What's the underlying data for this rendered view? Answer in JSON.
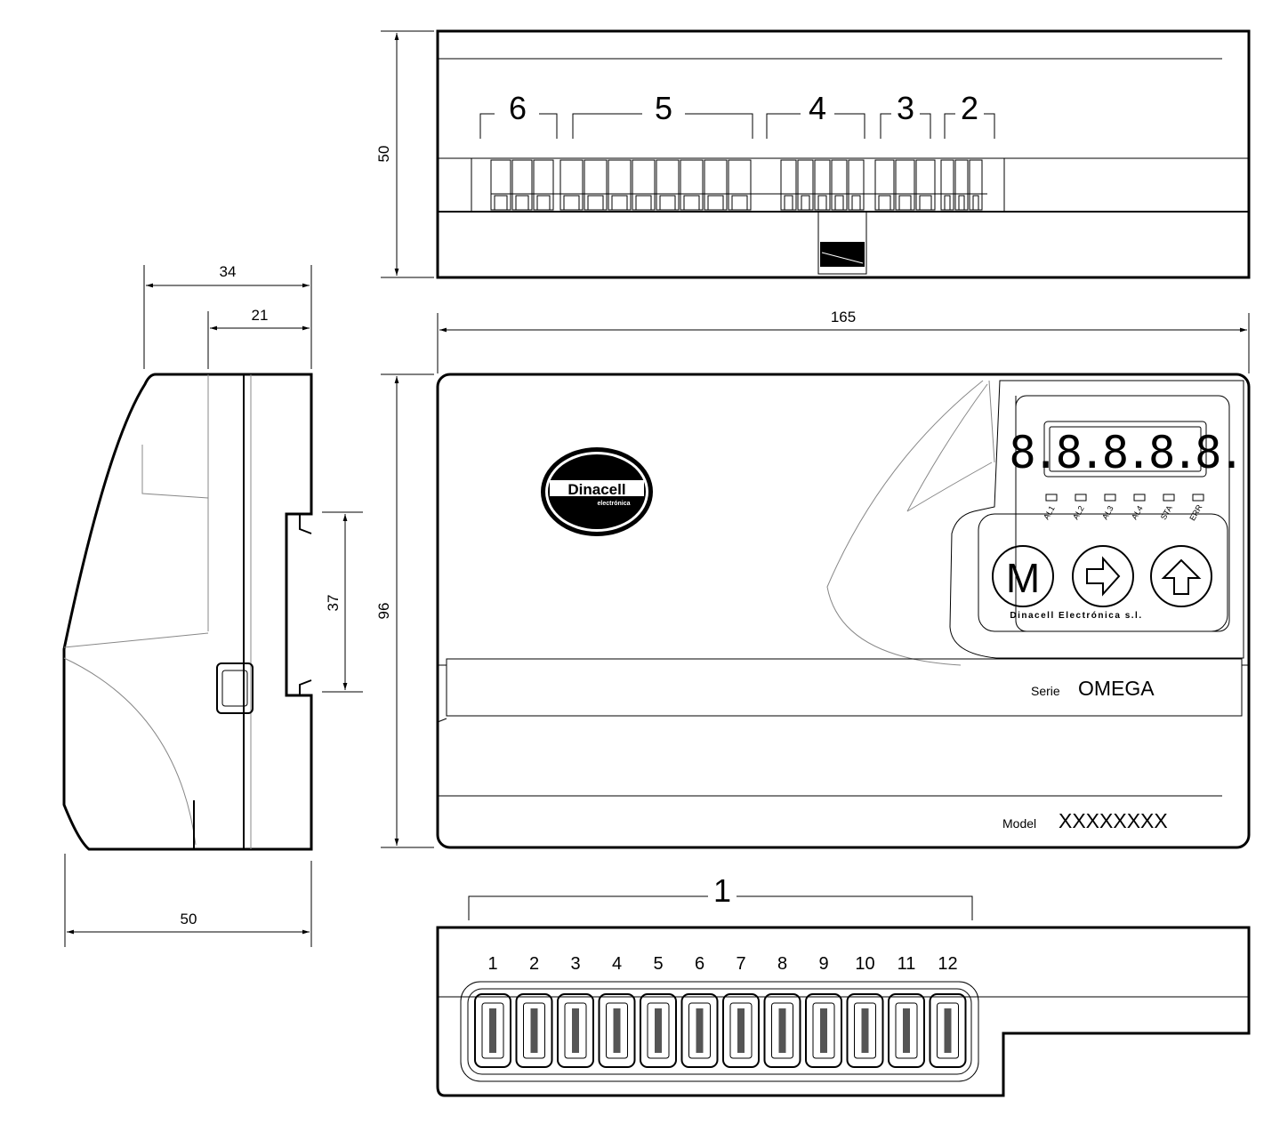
{
  "dimensions": {
    "side_total_depth": "34",
    "side_front_depth": "21",
    "side_rail_height": "37",
    "side_bottom_depth": "50",
    "top_height": "50",
    "front_width": "165",
    "front_height": "96"
  },
  "top_view": {
    "connector_groups": [
      "6",
      "5",
      "4",
      "3",
      "2"
    ]
  },
  "front_panel": {
    "logo_text": "Dinacell",
    "logo_subtext": "electrónica",
    "display_digits": "8.8.8.8.8.",
    "leds": [
      "AL1",
      "AL2",
      "AL3",
      "AL4",
      "STA",
      "ERR"
    ],
    "button_m": "M",
    "brand_line": "Dinacell  Electrónica  s.l.",
    "series_prefix": "Serie",
    "series_name": "OMEGA",
    "model_prefix": "Model",
    "model_value": "XXXXXXXX"
  },
  "bottom_view": {
    "group_label": "1",
    "terminals": [
      "1",
      "2",
      "3",
      "4",
      "5",
      "6",
      "7",
      "8",
      "9",
      "10",
      "11",
      "12"
    ]
  },
  "colors": {
    "line": "#000000",
    "background": "#ffffff",
    "soft_line": "#888888"
  }
}
